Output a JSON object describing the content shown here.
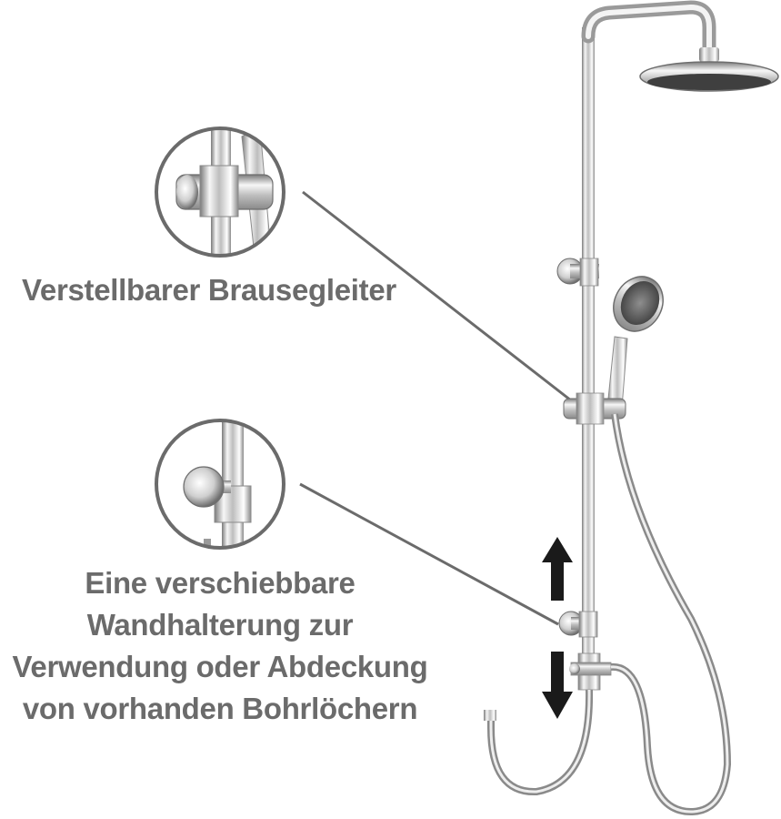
{
  "image": {
    "subject": "shower system with rain head, hand shower, slider and wall bracket",
    "colors": {
      "background": "#ffffff",
      "label_text": "#6b6b6b",
      "chrome_dark": "#8a8a8a",
      "chrome_light": "#f4f4f4",
      "callout_ring": "#6b6b6b",
      "arrow": "#1a1a1a"
    }
  },
  "callouts": {
    "slider": {
      "label": "Verstellbarer Brausegleiter"
    },
    "bracket": {
      "lines": [
        "Eine verschiebbare",
        "Wandhalterung zur",
        "Verwendung oder Abdeckung",
        "von vorhanden Bohrlöchern"
      ]
    }
  },
  "icons": {
    "up_arrow": "arrow-up-icon",
    "down_arrow": "arrow-down-icon"
  }
}
